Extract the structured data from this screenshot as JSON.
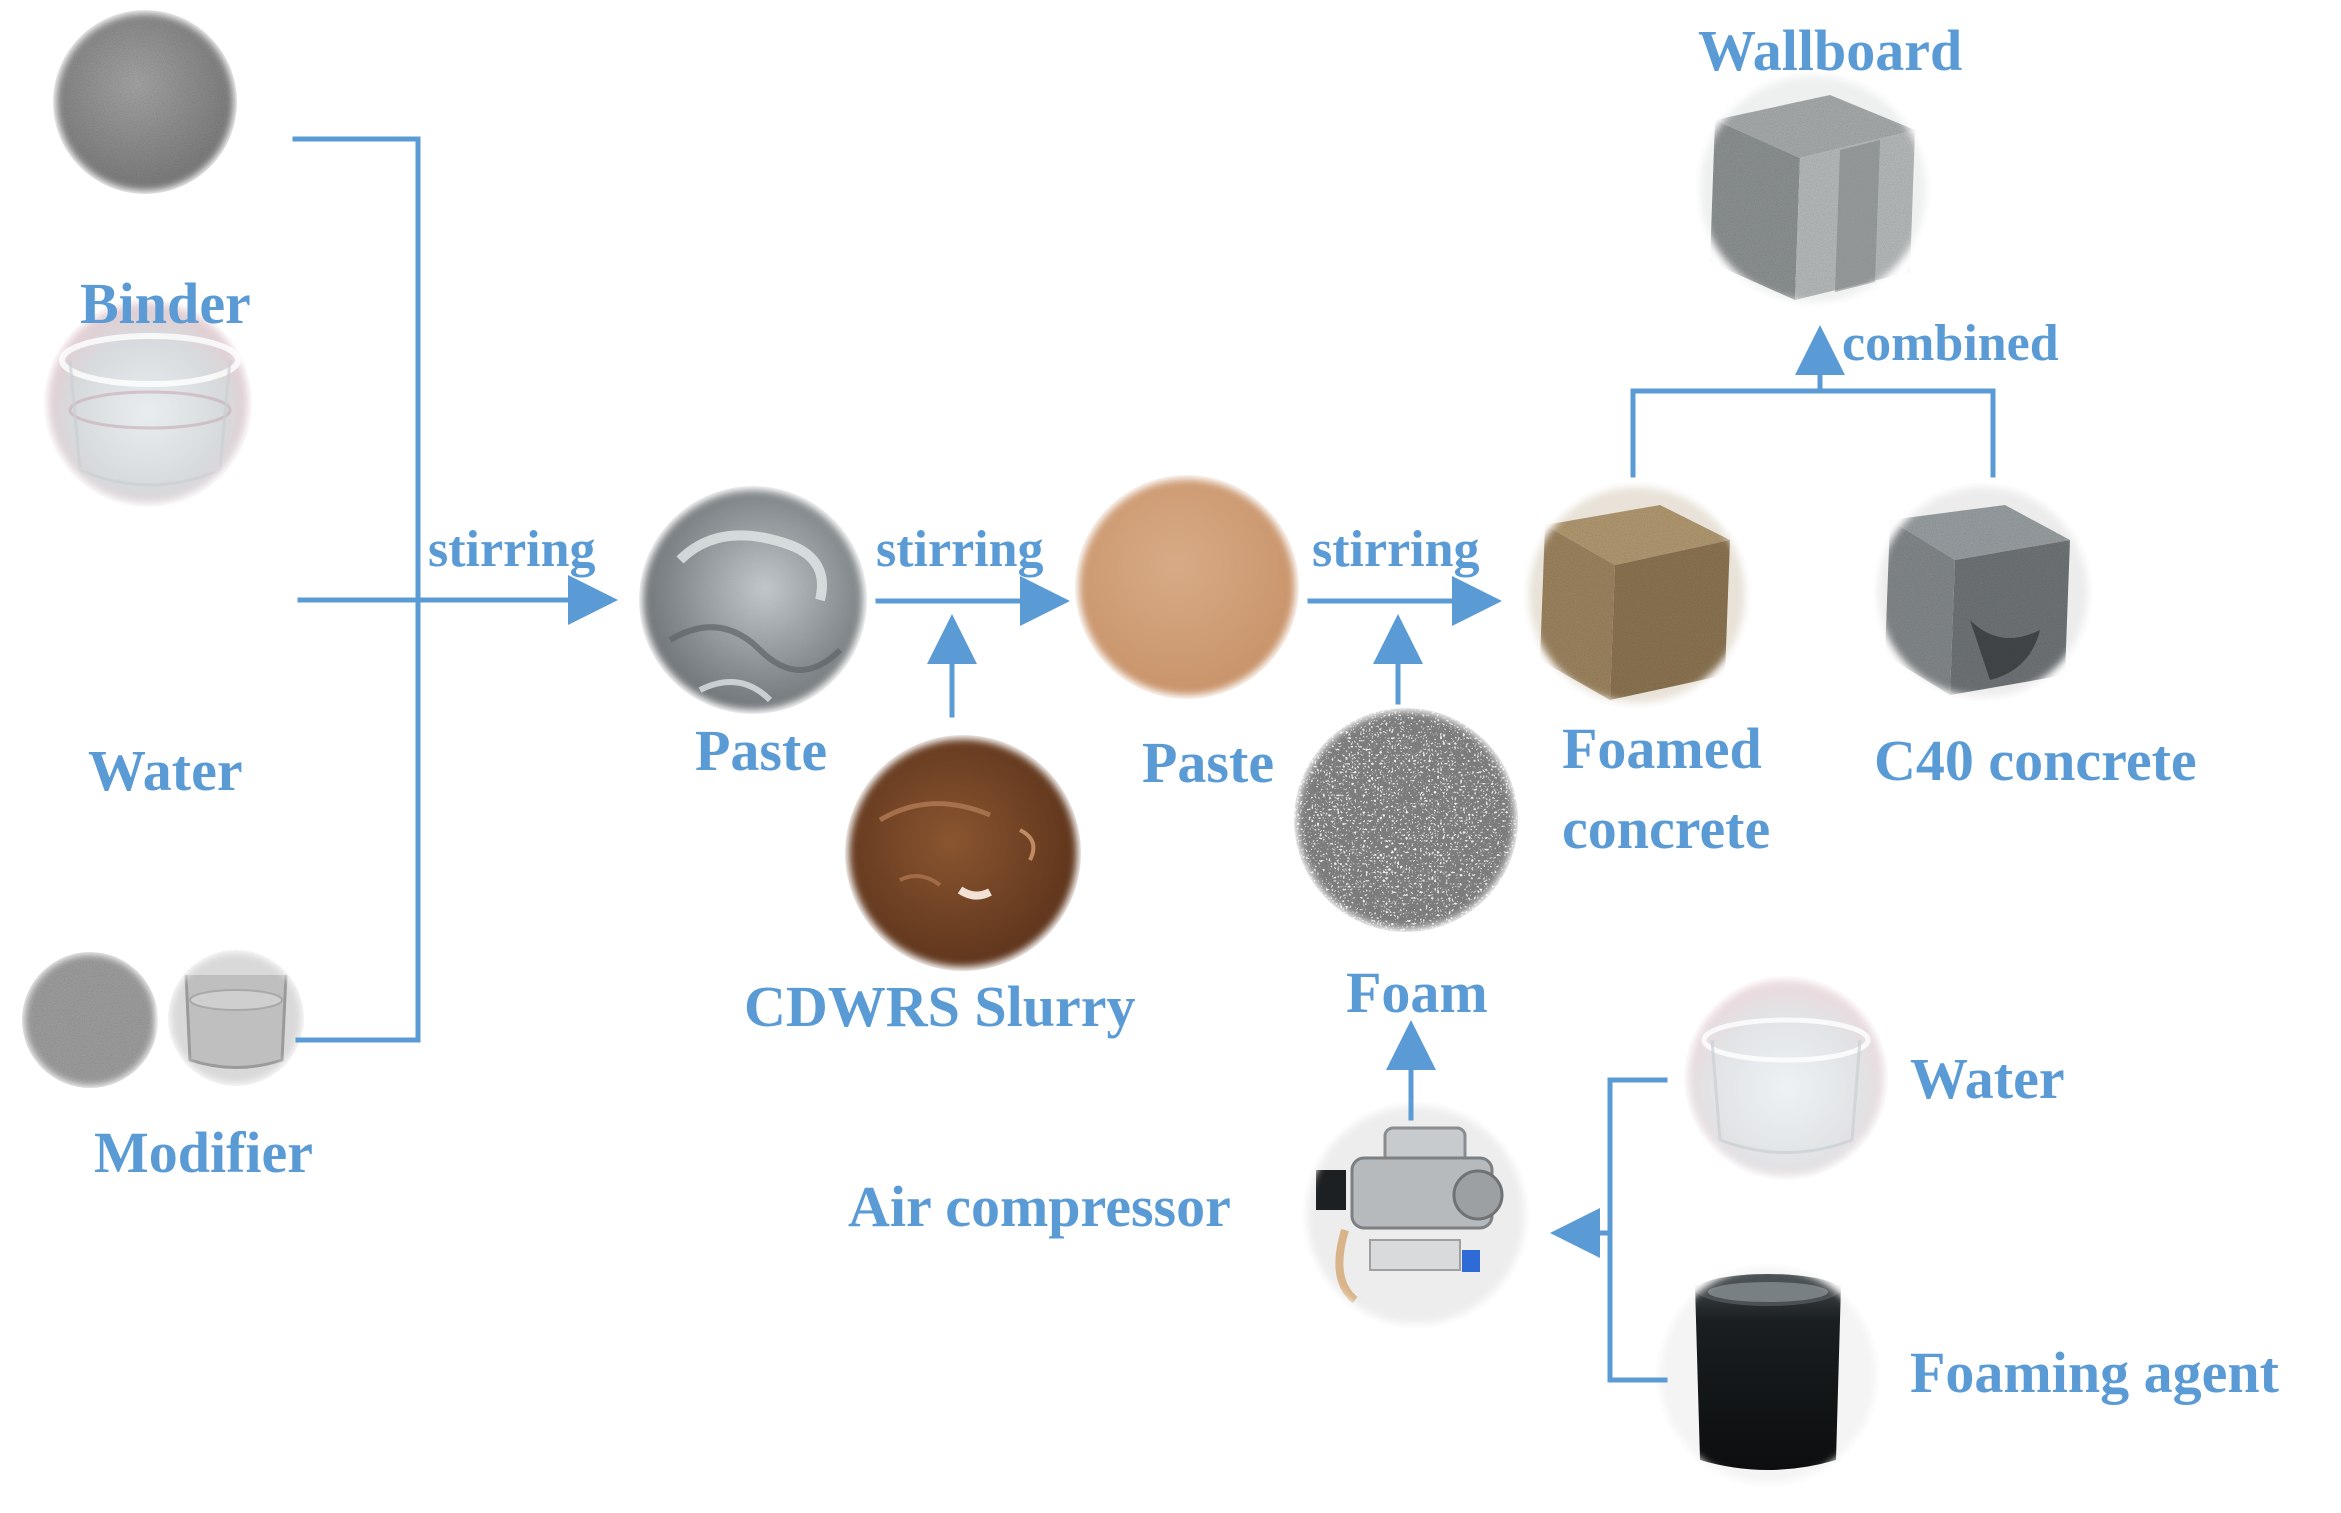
{
  "colors": {
    "line": "#5B9BD5",
    "label": "#5B9BD5",
    "background": "#FFFFFF"
  },
  "labels": {
    "binder": "Binder",
    "water_input": "Water",
    "modifier": "Modifier",
    "paste_1": "Paste",
    "cdwrs_slurry": "CDWRS Slurry",
    "paste_2": "Paste",
    "foam": "Foam",
    "foamed_concrete_line1": "Foamed",
    "foamed_concrete_line2": "concrete",
    "c40_concrete": "C40 concrete",
    "wallboard": "Wallboard",
    "air_compressor": "Air compressor",
    "water_foam": "Water",
    "foaming_agent": "Foaming agent"
  },
  "process_labels": {
    "stirring_1": "stirring",
    "stirring_2": "stirring",
    "stirring_3": "stirring",
    "combined": "combined"
  },
  "images": {
    "binder": "grey-powder-photo",
    "water_input": "water-beaker-photo",
    "modifier_powder": "modifier-powder-photo",
    "modifier_beaker": "modifier-beaker-photo",
    "paste_1": "grey-paste-photo",
    "cdwrs_slurry": "brown-slurry-photo",
    "paste_2": "tan-paste-photo",
    "foam": "white-foam-photo",
    "foamed_concrete": "foamed-concrete-block-photo",
    "c40_concrete": "c40-concrete-block-photo",
    "wallboard": "wallboard-block-photo",
    "air_compressor": "air-compressor-photo",
    "water_foam": "water-beaker-photo",
    "foaming_agent": "foaming-agent-beaker-photo"
  }
}
